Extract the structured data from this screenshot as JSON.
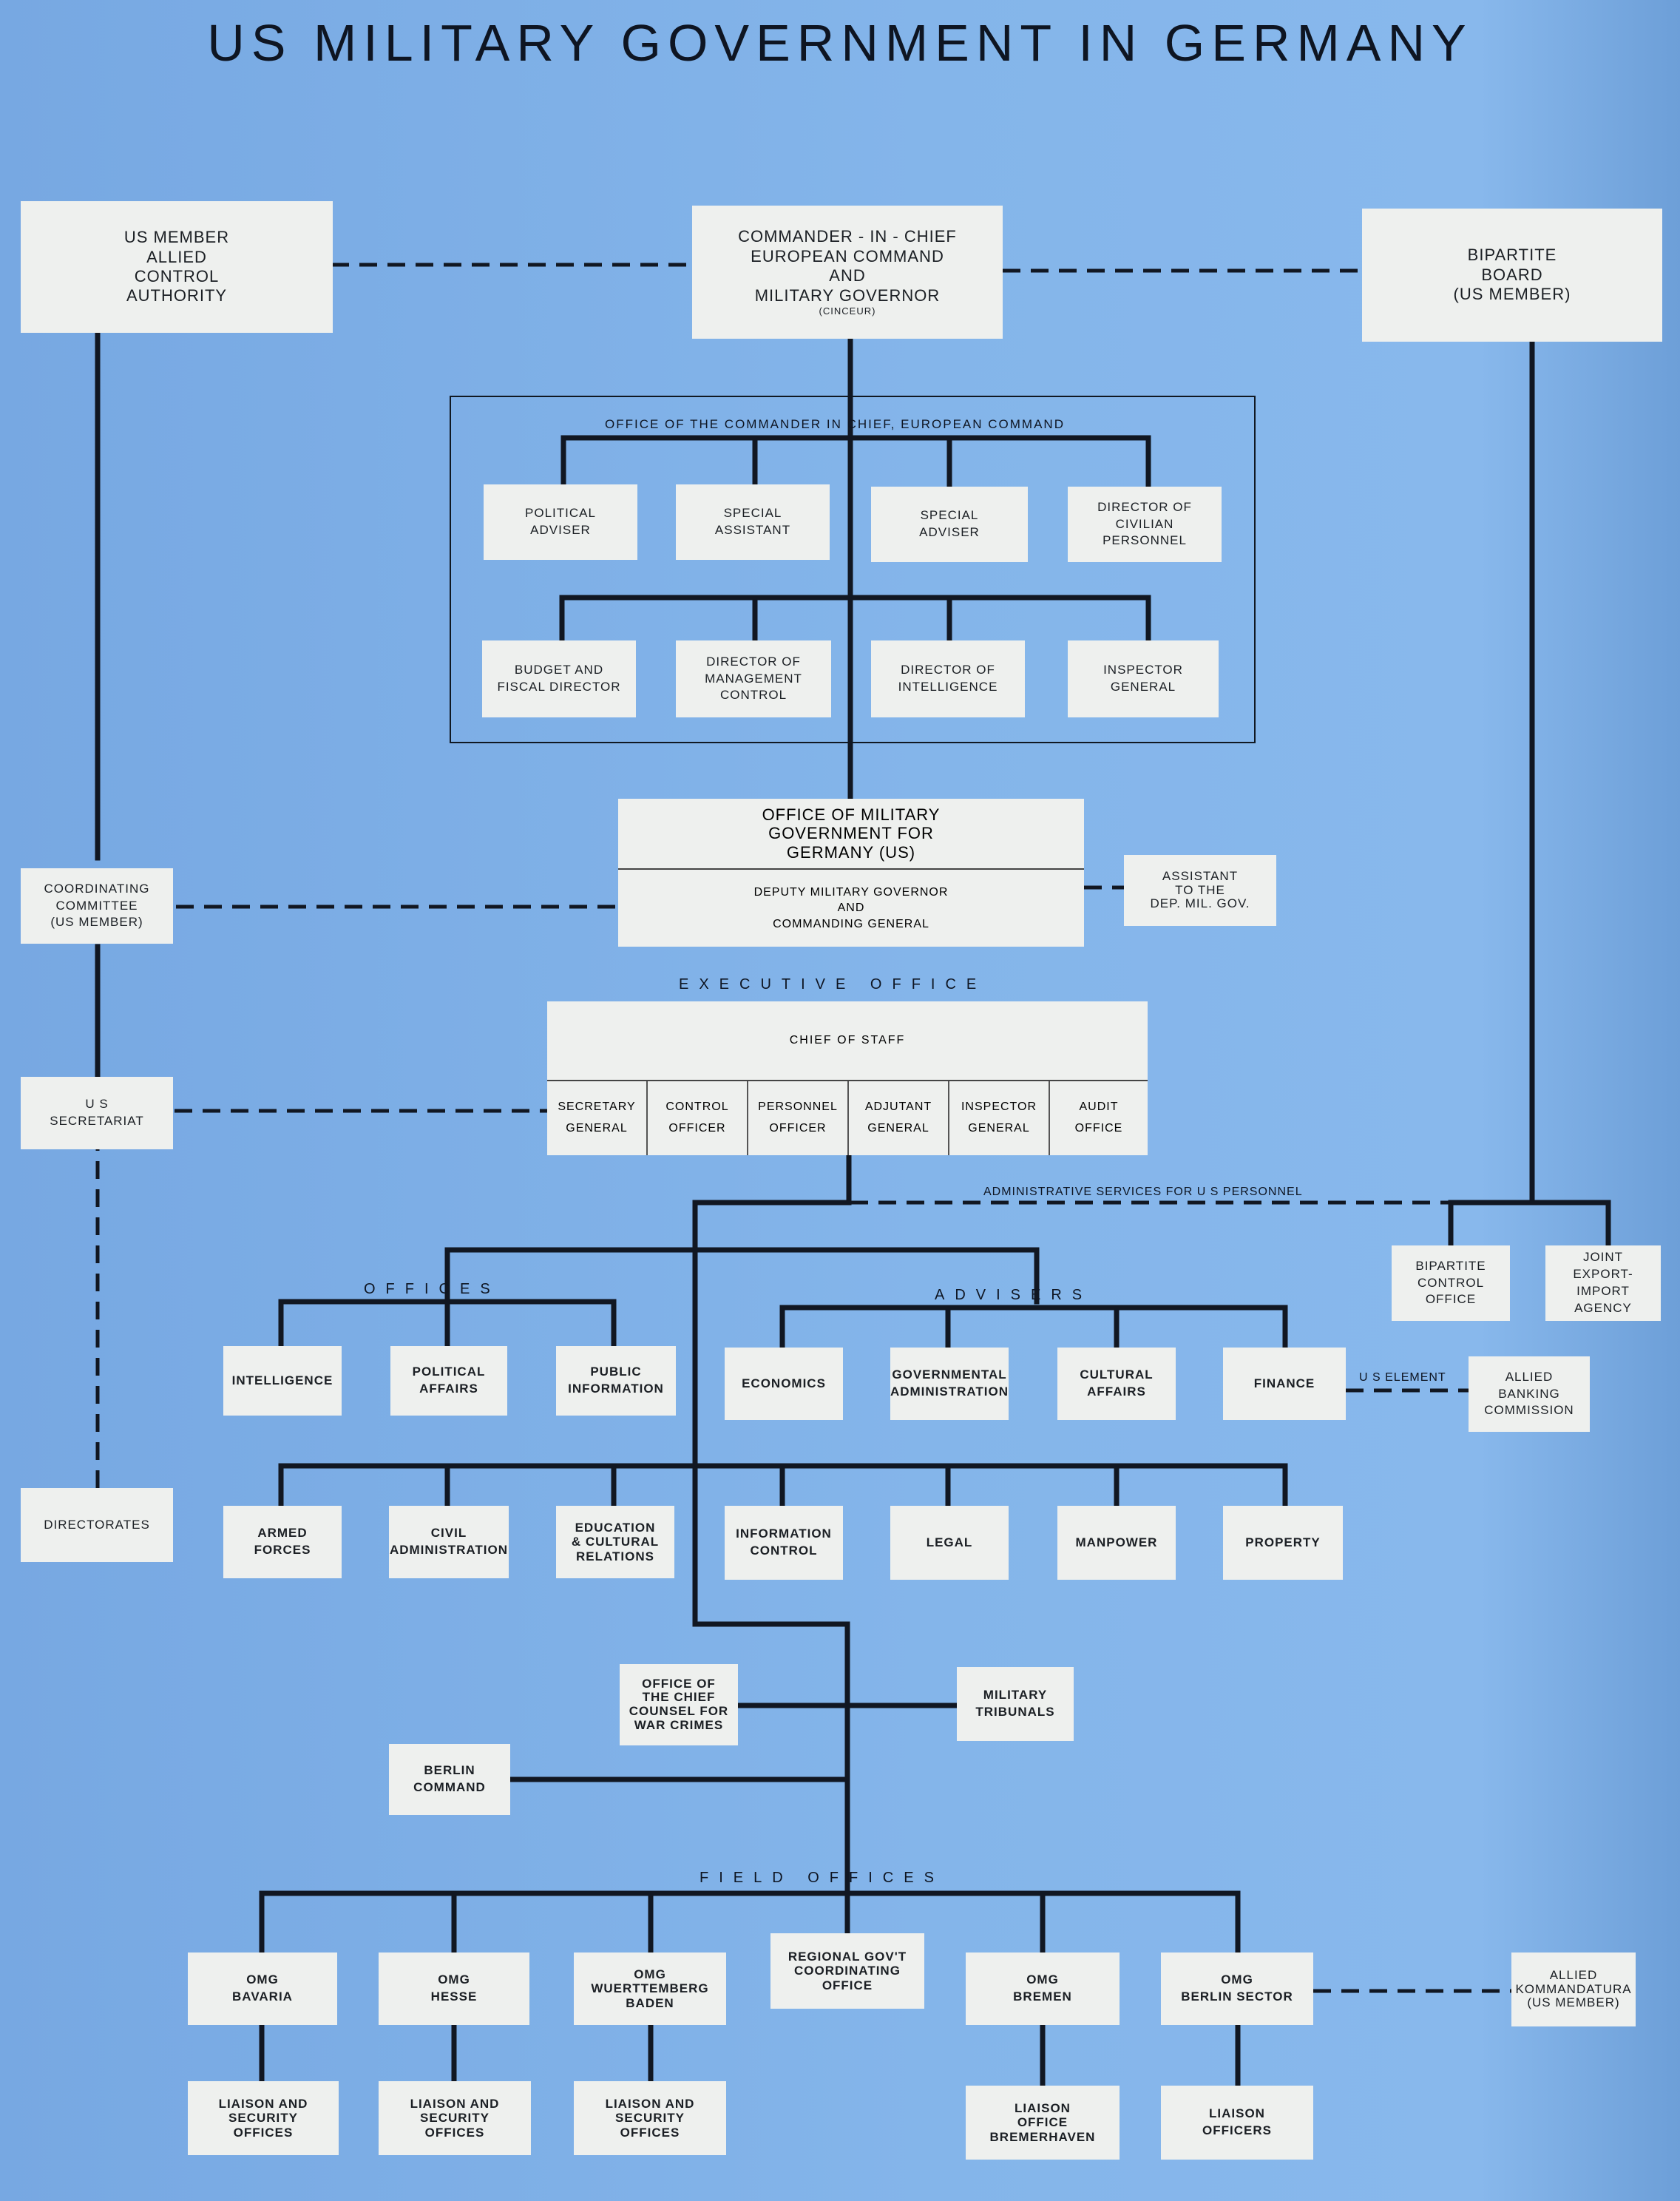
{
  "title": "US MILITARY GOVERNMENT IN GERMANY",
  "top": {
    "us_member": "US MEMBER\nALLIED\nCONTROL\nAUTHORITY",
    "cinc": "COMMANDER - IN - CHIEF\nEUROPEAN COMMAND\nAND\nMILITARY GOVERNOR",
    "cinc_abbrev": "(CINCEUR)",
    "bipartite_board": "BIPARTITE\nBOARD\n(US MEMBER)"
  },
  "commander_office": {
    "label": "OFFICE OF THE COMMANDER IN CHIEF, EUROPEAN COMMAND",
    "row1": [
      "POLITICAL\nADVISER",
      "SPECIAL\nASSISTANT",
      "SPECIAL\nADVISER",
      "DIRECTOR OF\nCIVILIAN\nPERSONNEL"
    ],
    "row2": [
      "BUDGET AND\nFISCAL DIRECTOR",
      "DIRECTOR OF\nMANAGEMENT\nCONTROL",
      "DIRECTOR OF\nINTELLIGENCE",
      "INSPECTOR\nGENERAL"
    ]
  },
  "omgus": {
    "title": "OFFICE OF MILITARY\nGOVERNMENT FOR\nGERMANY (US)",
    "deputy": "DEPUTY MILITARY GOVERNOR\nAND\nCOMMANDING GENERAL"
  },
  "assistant": "ASSISTANT\nTO THE\nDEP. MIL. GOV.",
  "coordinating_committee": "COORDINATING\nCOMMITTEE\n(US MEMBER)",
  "us_secretariat": "U S\nSECRETARIAT",
  "directorates": "DIRECTORATES",
  "executive_office": {
    "label": "EXECUTIVE OFFICE",
    "chief": "CHIEF OF STAFF",
    "cells": [
      "SECRETARY\nGENERAL",
      "CONTROL\nOFFICER",
      "PERSONNEL\nOFFICER",
      "ADJUTANT\nGENERAL",
      "INSPECTOR\nGENERAL",
      "AUDIT\nOFFICE"
    ]
  },
  "admin_services": "ADMINISTRATIVE SERVICES FOR U S PERSONNEL",
  "bipartite_control": "BIPARTITE\nCONTROL\nOFFICE",
  "joint_export": "JOINT\nEXPORT-IMPORT\nAGENCY",
  "offices_label": "OFFICES",
  "advisers_label": "ADVISERS",
  "offices": [
    "INTELLIGENCE",
    "POLITICAL\nAFFAIRS",
    "PUBLIC\nINFORMATION"
  ],
  "advisers": [
    "ECONOMICS",
    "GOVERNMENTAL\nADMINISTRATION",
    "CULTURAL\nAFFAIRS",
    "FINANCE"
  ],
  "us_element": "U S  ELEMENT",
  "allied_banking": "ALLIED\nBANKING\nCOMMISSION",
  "directorate_list": [
    "ARMED\nFORCES",
    "CIVIL\nADMINISTRATION",
    "EDUCATION\n& CULTURAL\nRELATIONS",
    "INFORMATION\nCONTROL",
    "LEGAL",
    "MANPOWER",
    "PROPERTY"
  ],
  "war_crimes": "OFFICE OF\nTHE CHIEF\nCOUNSEL FOR\nWAR CRIMES",
  "tribunals": "MILITARY\nTRIBUNALS",
  "berlin_command": "BERLIN\nCOMMAND",
  "field_label": "FIELD OFFICES",
  "field_offices": [
    "OMG\nBAVARIA",
    "OMG\nHESSE",
    "OMG\nWUERTTEMBERG\nBADEN",
    "REGIONAL GOV'T\nCOORDINATING\nOFFICE",
    "OMG\nBREMEN",
    "OMG\nBERLIN SECTOR"
  ],
  "liaison": [
    "LIAISON AND\nSECURITY\nOFFICES",
    "LIAISON AND\nSECURITY\nOFFICES",
    "LIAISON AND\nSECURITY\nOFFICES",
    "LIAISON\nOFFICE\nBREMERHAVEN",
    "LIAISON\nOFFICERS"
  ],
  "allied_kommandatura": "ALLIED\nKOMMANDATURA\n(US MEMBER)"
}
